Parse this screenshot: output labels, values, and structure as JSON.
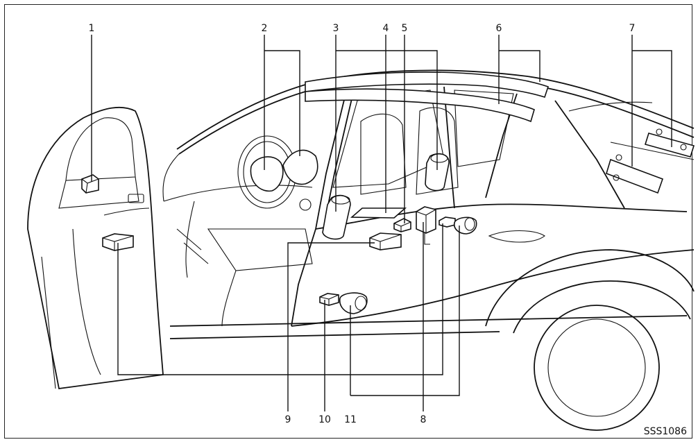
{
  "labels": {
    "l1": "1",
    "l2": "2",
    "l3": "3",
    "l4": "4",
    "l5": "5",
    "l6": "6",
    "l7": "7",
    "l8": "8",
    "l9": "9",
    "l10": "10",
    "l11": "11"
  },
  "figure_code": "SSS1086"
}
